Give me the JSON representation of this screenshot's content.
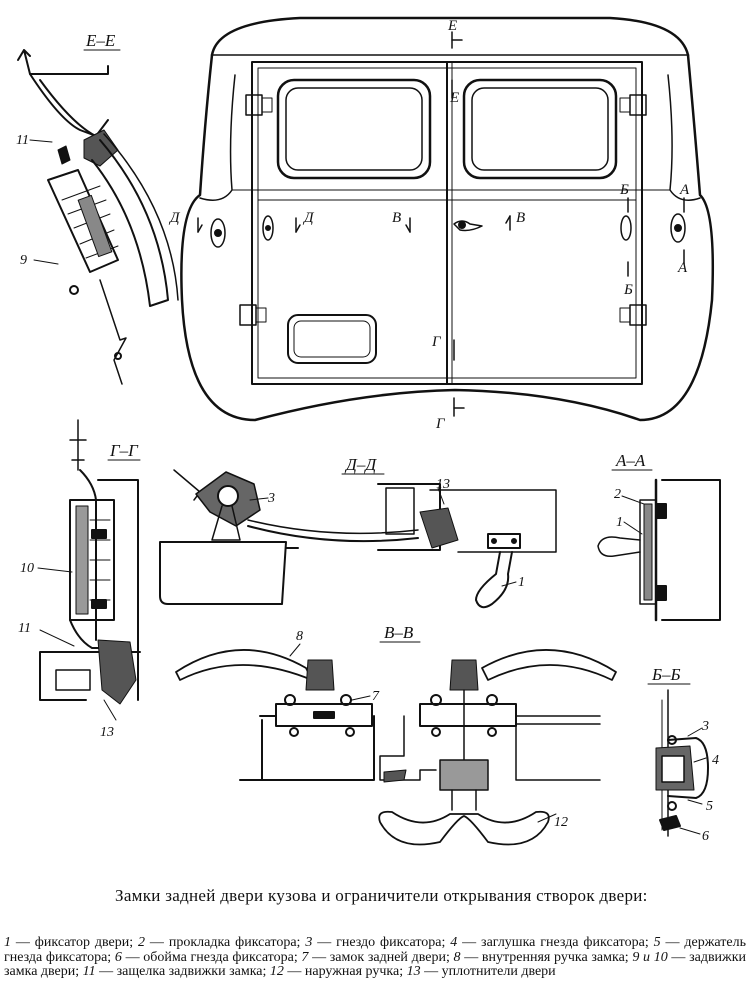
{
  "diagram": {
    "section_labels": {
      "ee": "Е–Е",
      "gg": "Г–Г",
      "dd": "Д–Д",
      "aa": "А–А",
      "vv": "В–В",
      "bb": "Б–Б"
    },
    "cut_letters": {
      "e": "Е",
      "d": "Д",
      "v": "В",
      "b": "Б",
      "a": "А",
      "g": "Г"
    },
    "callouts": [
      "1",
      "2",
      "3",
      "4",
      "5",
      "6",
      "7",
      "8",
      "9",
      "10",
      "11",
      "12",
      "13"
    ]
  },
  "caption": {
    "title": "Замки задней двери кузова и ограничители открывания створок двери:",
    "legend": [
      {
        "num": "1",
        "text": " — фиксатор двери; "
      },
      {
        "num": "2",
        "text": " — прокладка фиксатора; "
      },
      {
        "num": "3",
        "text": " — гнездо фиксатора; "
      },
      {
        "num": "4",
        "text": " — заглушка гнезда фиксатора; "
      },
      {
        "num": "5",
        "text": " — держатель гнезда фиксатора; "
      },
      {
        "num": "6",
        "text": " — обойма гнезда фиксатора; "
      },
      {
        "num": "7",
        "text": " — замок задней двери; "
      },
      {
        "num": "8",
        "text": " — внутренняя ручка замка; "
      },
      {
        "num": "9 и 10",
        "text": " — задвижки замка двери; "
      },
      {
        "num": "11",
        "text": " — защелка задвижки замка; "
      },
      {
        "num": "12",
        "text": " — наружная ручка; "
      },
      {
        "num": "13",
        "text": " — уплотнители двери"
      }
    ]
  }
}
